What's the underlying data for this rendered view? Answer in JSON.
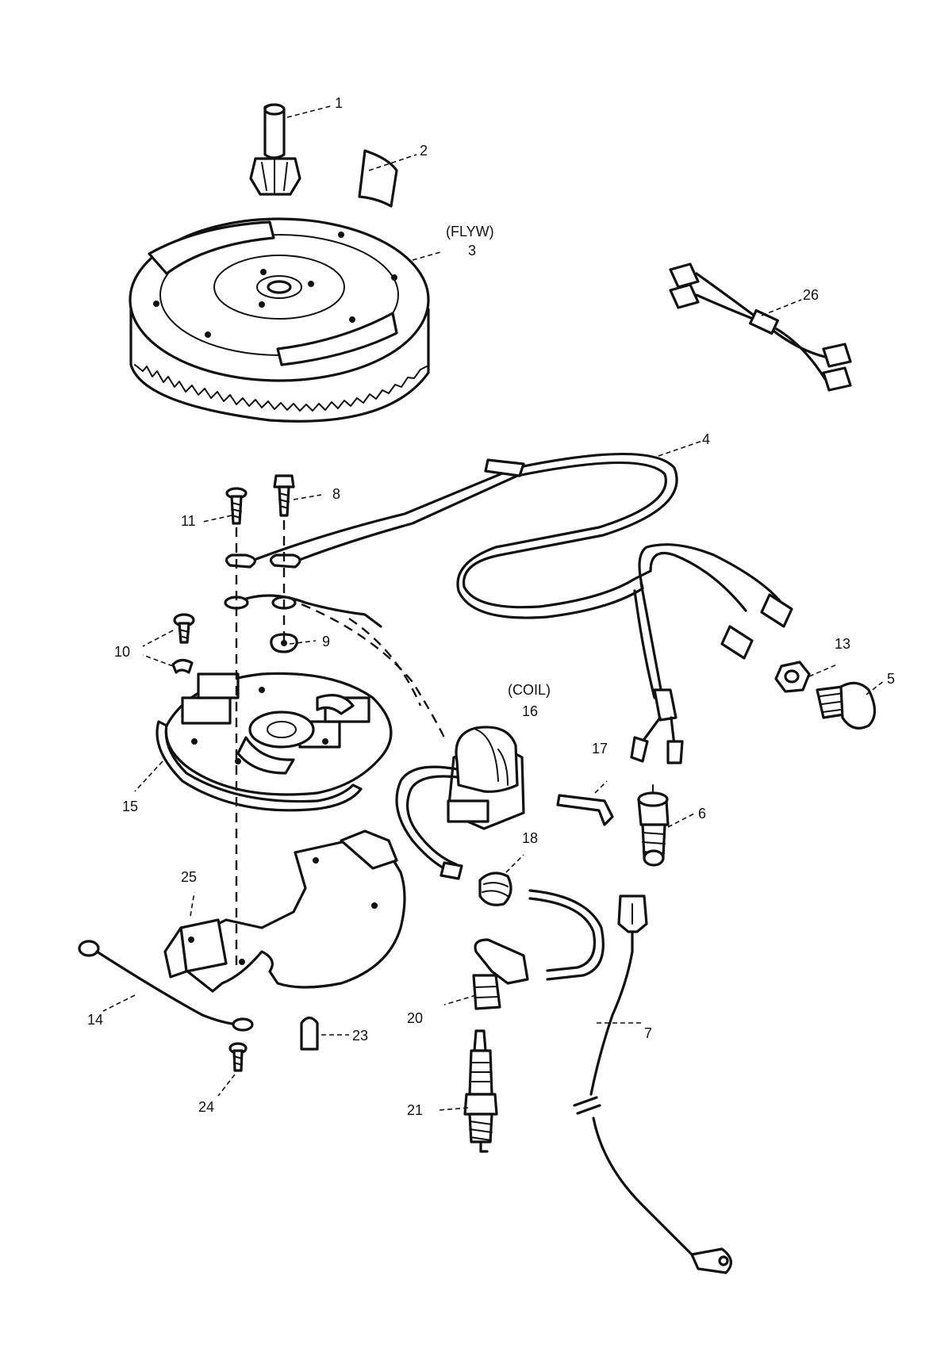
{
  "callouts": {
    "c1": "1",
    "c2": "2",
    "c3": "3",
    "c4": "4",
    "c5": "5",
    "c6": "6",
    "c7": "7",
    "c8": "8",
    "c9": "9",
    "c10": "10",
    "c11": "11",
    "c13": "13",
    "c14": "14",
    "c15": "15",
    "c16": "16",
    "c17": "17",
    "c18": "18",
    "c20": "20",
    "c21": "21",
    "c23": "23",
    "c24": "24",
    "c25": "25",
    "c26": "26"
  },
  "annotations": {
    "flywheel": "(FLYW)",
    "coil": "(COIL)"
  }
}
